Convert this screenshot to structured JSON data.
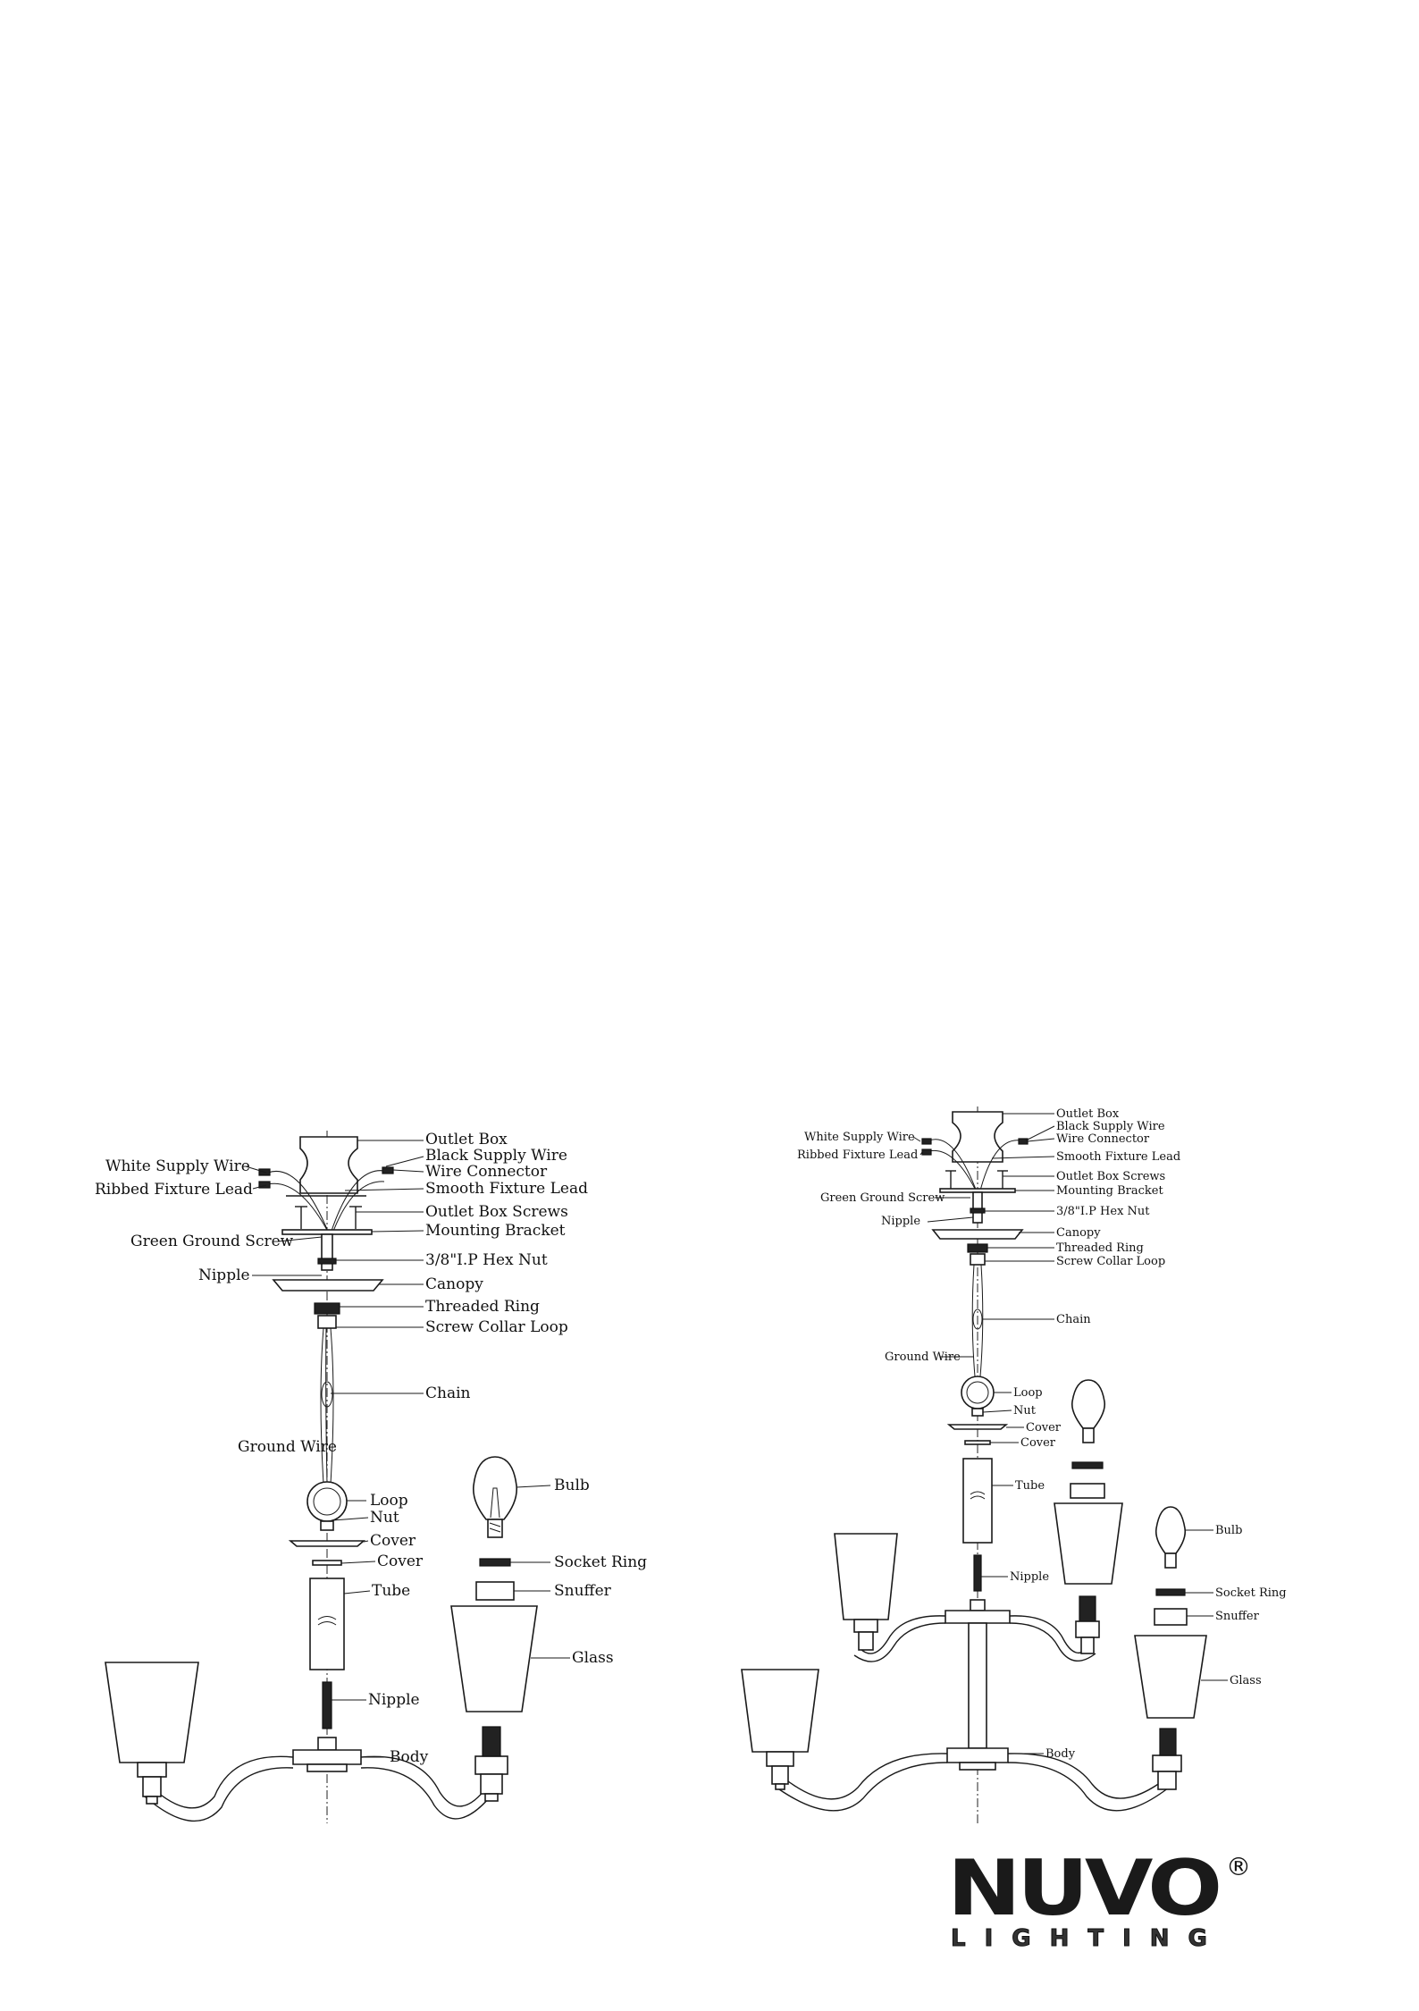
{
  "brand": {
    "word": "NUVO",
    "sub": "LIGHTING",
    "reg": "®"
  },
  "diagrams": [
    {
      "labels": {
        "outlet_box": "Outlet Box",
        "black_supply_wire": "Black Supply Wire",
        "white_supply_wire": "White Supply Wire",
        "wire_connector": "Wire Connector",
        "ribbed_fixture_lead": "Ribbed Fixture Lead",
        "smooth_fixture_lead": "Smooth Fixture Lead",
        "outlet_box_screws": "Outlet Box Screws",
        "mounting_bracket": "Mounting Bracket",
        "green_ground_screw": "Green Ground Screw",
        "hex_nut": "3/8\"I.P Hex Nut",
        "nipple_top": "Nipple",
        "canopy": "Canopy",
        "threaded_ring": "Threaded Ring",
        "screw_collar_loop": "Screw Collar Loop",
        "chain": "Chain",
        "ground_wire": "Ground Wire",
        "loop": "Loop",
        "nut": "Nut",
        "cover1": "Cover",
        "cover2": "Cover",
        "tube": "Tube",
        "nipple_low": "Nipple",
        "body": "Body",
        "bulb": "Bulb",
        "socket_ring": "Socket Ring",
        "snuffer": "Snuffer",
        "glass": "Glass"
      }
    },
    {
      "labels": {
        "outlet_box": "Outlet Box",
        "black_supply_wire": "Black Supply Wire",
        "white_supply_wire": "White Supply Wire",
        "wire_connector": "Wire Connector",
        "ribbed_fixture_lead": "Ribbed Fixture Lead",
        "smooth_fixture_lead": "Smooth Fixture Lead",
        "outlet_box_screws": "Outlet Box Screws",
        "green_ground_screw": "Green Ground Screw",
        "mounting_bracket": "Mounting Bracket",
        "nipple_top": "Nipple",
        "hex_nut": "3/8\"I.P Hex Nut",
        "canopy": "Canopy",
        "threaded_ring": "Threaded Ring",
        "screw_collar_loop": "Screw Collar Loop",
        "chain": "Chain",
        "ground_wire": "Ground Wire",
        "loop": "Loop",
        "nut": "Nut",
        "cover1": "Cover",
        "cover2": "Cover",
        "tube": "Tube",
        "nipple_low": "Nipple",
        "body": "Body",
        "bulb": "Bulb",
        "socket_ring": "Socket Ring",
        "snuffer": "Snuffer",
        "glass": "Glass"
      }
    }
  ]
}
